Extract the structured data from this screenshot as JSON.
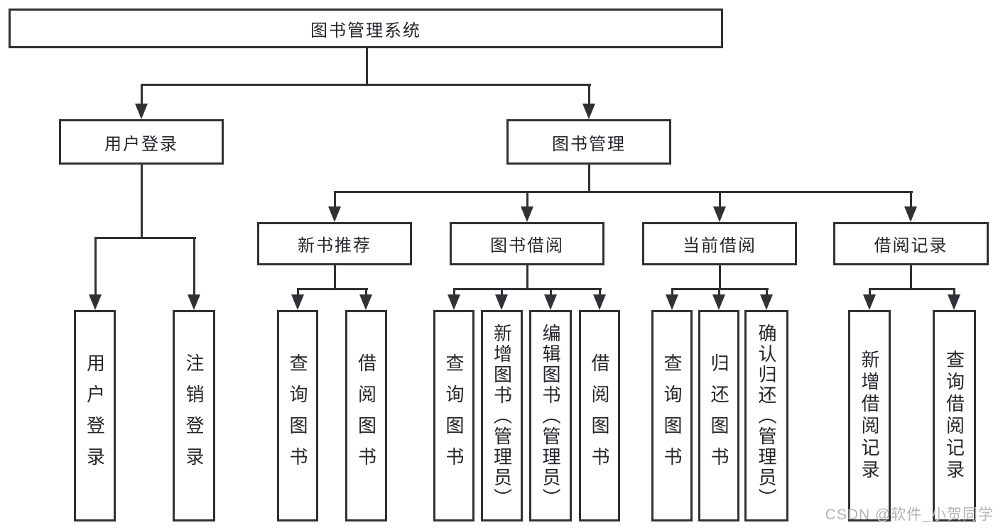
{
  "tree": {
    "label": "图书管理系统",
    "children": [
      {
        "label": "用户登录",
        "children": [
          {
            "label": "用户登录"
          },
          {
            "label": "注销登录"
          }
        ]
      },
      {
        "label": "图书管理",
        "children": [
          {
            "label": "新书推荐",
            "children": [
              {
                "label": "查询图书"
              },
              {
                "label": "借阅图书"
              }
            ]
          },
          {
            "label": "图书借阅",
            "children": [
              {
                "label": "查询图书"
              },
              {
                "label": "新增图书（管理员）"
              },
              {
                "label": "编辑图书（管理员）"
              },
              {
                "label": "借阅图书"
              }
            ]
          },
          {
            "label": "当前借阅",
            "children": [
              {
                "label": "查询图书"
              },
              {
                "label": "归还图书"
              },
              {
                "label": "确认归还（管理员）"
              }
            ]
          },
          {
            "label": "借阅记录",
            "children": [
              {
                "label": "新增借阅记录"
              },
              {
                "label": "查询借阅记录"
              }
            ]
          }
        ]
      }
    ]
  },
  "watermark": "CSDN @软件_小贺同学",
  "colors": {
    "line": "#2f3136",
    "text": "#24262b",
    "watermark": "#b4b4b4",
    "background": "#ffffff"
  }
}
